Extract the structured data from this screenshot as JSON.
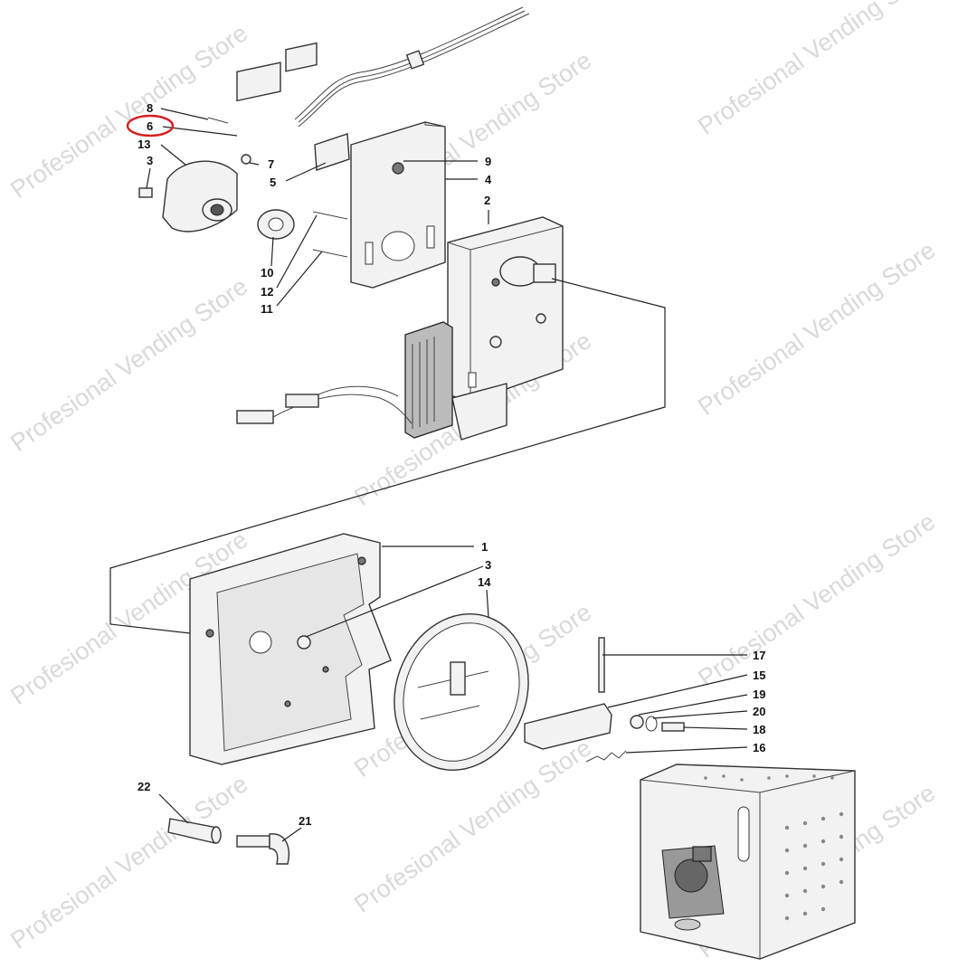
{
  "watermark": "Profesional Vending Store",
  "callouts": {
    "c1": "1",
    "c2": "2",
    "c3a": "3",
    "c3b": "3",
    "c4": "4",
    "c5": "5",
    "c6": "6",
    "c7": "7",
    "c8": "8",
    "c9": "9",
    "c10": "10",
    "c11": "11",
    "c12": "12",
    "c13": "13",
    "c14": "14",
    "c15": "15",
    "c16": "16",
    "c17": "17",
    "c18": "18",
    "c19": "19",
    "c20": "20",
    "c21": "21",
    "c22": "22"
  },
  "highlight": {
    "callout": "6",
    "color": "#d42020"
  }
}
